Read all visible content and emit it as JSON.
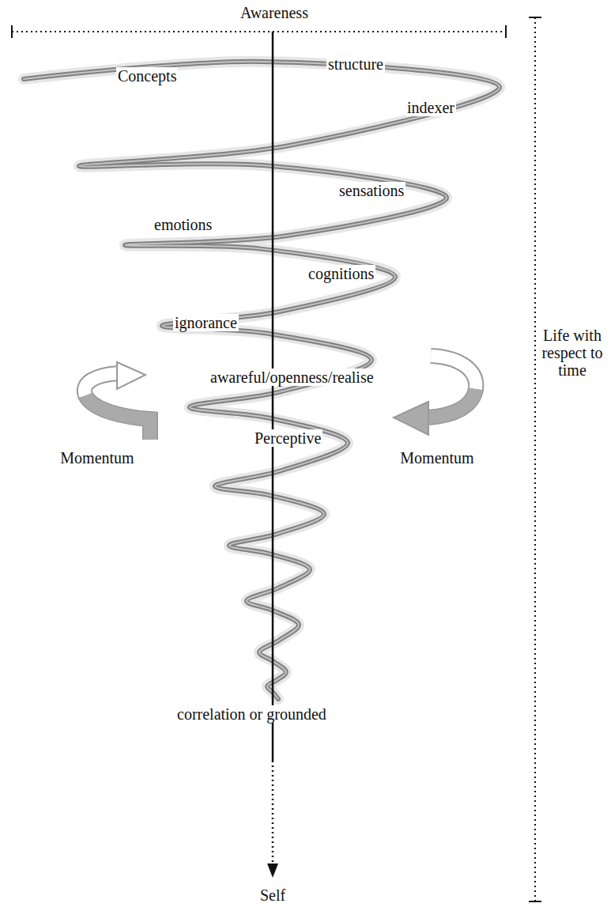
{
  "diagram": {
    "labels": [
      "Awareness",
      "Concepts",
      "structure",
      "indexer",
      "sensations",
      "emotions",
      "cognitions",
      "ignorance",
      "awareful/openness/realise",
      "Perceptive",
      "Momentum",
      "Momentum",
      "correlation or grounded",
      "Self",
      "Life with respect to time"
    ]
  }
}
